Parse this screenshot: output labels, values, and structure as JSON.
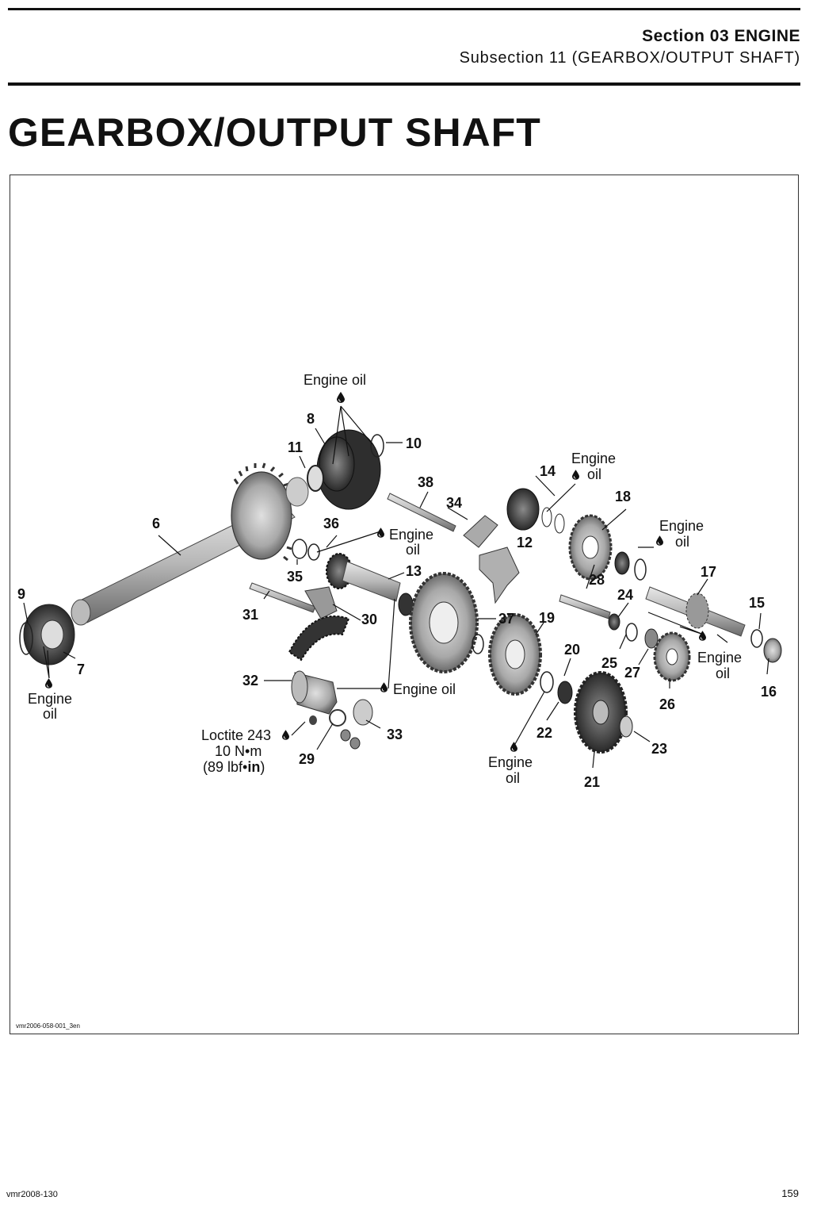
{
  "header": {
    "section_prefix": "Section 03",
    "section_name": "ENGINE",
    "subsection": "Subsection 11 (GEARBOX/OUTPUT SHAFT)"
  },
  "title": "GEARBOX/OUTPUT SHAFT",
  "figure": {
    "figure_id": "vmr2006-058-001_3en",
    "part_numbers": [
      "6",
      "7",
      "8",
      "9",
      "10",
      "11",
      "12",
      "13",
      "14",
      "15",
      "16",
      "17",
      "18",
      "19",
      "20",
      "21",
      "22",
      "23",
      "24",
      "25",
      "26",
      "27",
      "28",
      "29",
      "30",
      "31",
      "32",
      "33",
      "34",
      "35",
      "36",
      "37",
      "38"
    ],
    "notes": {
      "engine_oil": "Engine oil",
      "engine": "Engine",
      "oil": "oil",
      "loctite": "Loctite 243",
      "torque_nm": "10 N•m",
      "torque_imp_prefix": "(89 lbf•",
      "torque_imp_unit": "in",
      "torque_imp_suffix": ")"
    }
  },
  "footer": {
    "doc_code": "vmr2008-130",
    "page_number": "159"
  },
  "colors": {
    "ink": "#111111",
    "part_fill": "#9a9a9a",
    "part_dark": "#3a3a3a",
    "part_light": "#d0d0d0"
  },
  "icons": [
    "oil-drop-icon"
  ]
}
